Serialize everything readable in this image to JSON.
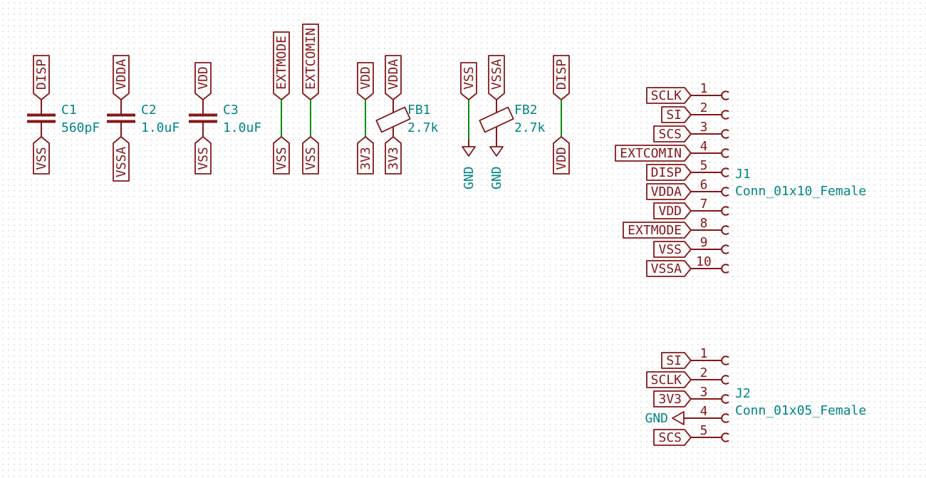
{
  "colors": {
    "symbol_maroon": "#851719",
    "field_teal": "#008484",
    "wire_green": "#0a8c0a",
    "grid_dot": "#dcdcdc",
    "background": "#ffffff"
  },
  "caps": [
    {
      "ref": "C1",
      "value": "560pF",
      "top": "DISP",
      "bottom": "VSS"
    },
    {
      "ref": "C2",
      "value": "1.0uF",
      "top": "VDDA",
      "bottom": "VSSA"
    },
    {
      "ref": "C3",
      "value": "1.0uF",
      "top": "VDD",
      "bottom": "VSS"
    }
  ],
  "ties": [
    {
      "top": "EXTMODE",
      "bottom": "VSS"
    },
    {
      "top": "EXTCOMIN",
      "bottom": "VSS"
    },
    {
      "top": "VDD",
      "bottom": "3V3"
    },
    {
      "top": "DISP",
      "bottom": "VDD"
    }
  ],
  "beads": [
    {
      "ref": "FB1",
      "value": "2.7k",
      "top": "VDDA",
      "bottom": "3V3"
    },
    {
      "ref": "FB2",
      "value": "2.7k",
      "top": "VSSA"
    }
  ],
  "gnds": [
    {
      "top": "VSS",
      "label": "GND"
    },
    {
      "label": "GND"
    }
  ],
  "j1": {
    "ref": "J1",
    "value": "Conn_01x10_Female",
    "pins": [
      {
        "n": "1",
        "net": "SCLK"
      },
      {
        "n": "2",
        "net": "SI"
      },
      {
        "n": "3",
        "net": "SCS"
      },
      {
        "n": "4",
        "net": "EXTCOMIN"
      },
      {
        "n": "5",
        "net": "DISP"
      },
      {
        "n": "6",
        "net": "VDDA"
      },
      {
        "n": "7",
        "net": "VDD"
      },
      {
        "n": "8",
        "net": "EXTMODE"
      },
      {
        "n": "9",
        "net": "VSS"
      },
      {
        "n": "10",
        "net": "VSSA"
      }
    ]
  },
  "j2": {
    "ref": "J2",
    "value": "Conn_01x05_Female",
    "pins": [
      {
        "n": "1",
        "net": "SI"
      },
      {
        "n": "2",
        "net": "SCLK"
      },
      {
        "n": "3",
        "net": "3V3"
      },
      {
        "n": "4",
        "net": "GND"
      },
      {
        "n": "5",
        "net": "SCS"
      }
    ]
  }
}
